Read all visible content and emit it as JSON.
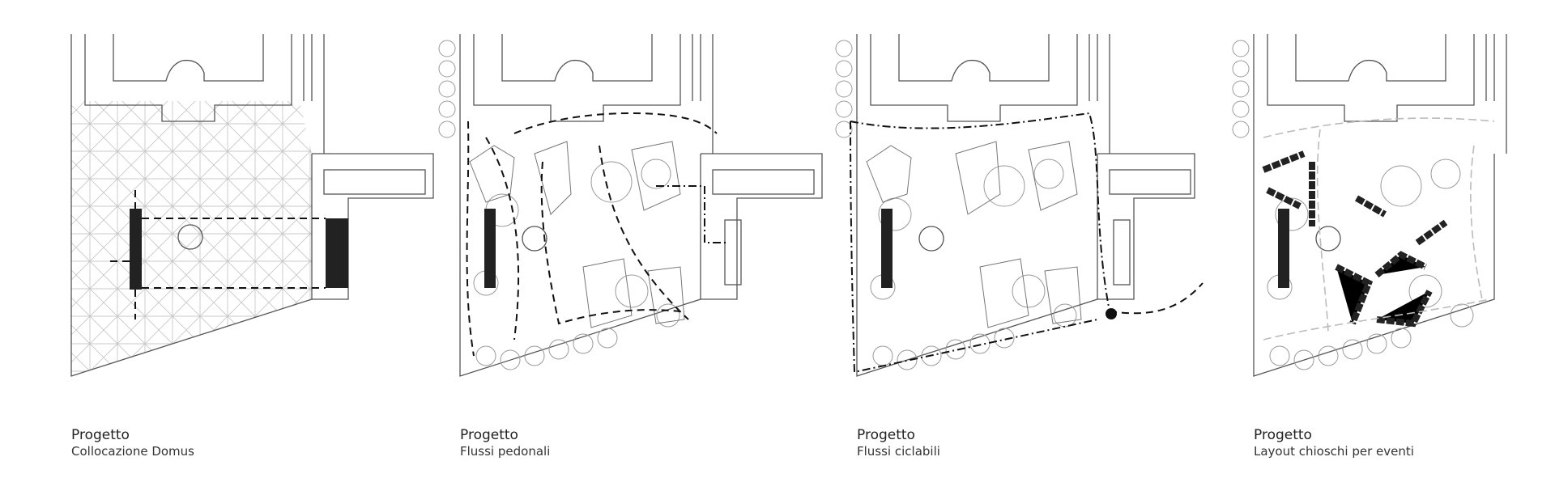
{
  "panels": [
    {
      "title": "Progetto",
      "subtitle": "Collocazione Domus"
    },
    {
      "title": "Progetto",
      "subtitle": "Flussi pedonali"
    },
    {
      "title": "Progetto",
      "subtitle": "Flussi ciclabili"
    },
    {
      "title": "Progetto",
      "subtitle": "Layout chioschi per eventi"
    }
  ],
  "colors": {
    "line": "#555555",
    "tree": "#9a9a9a",
    "path": "#111111",
    "pattern": "#c8c8c8"
  }
}
